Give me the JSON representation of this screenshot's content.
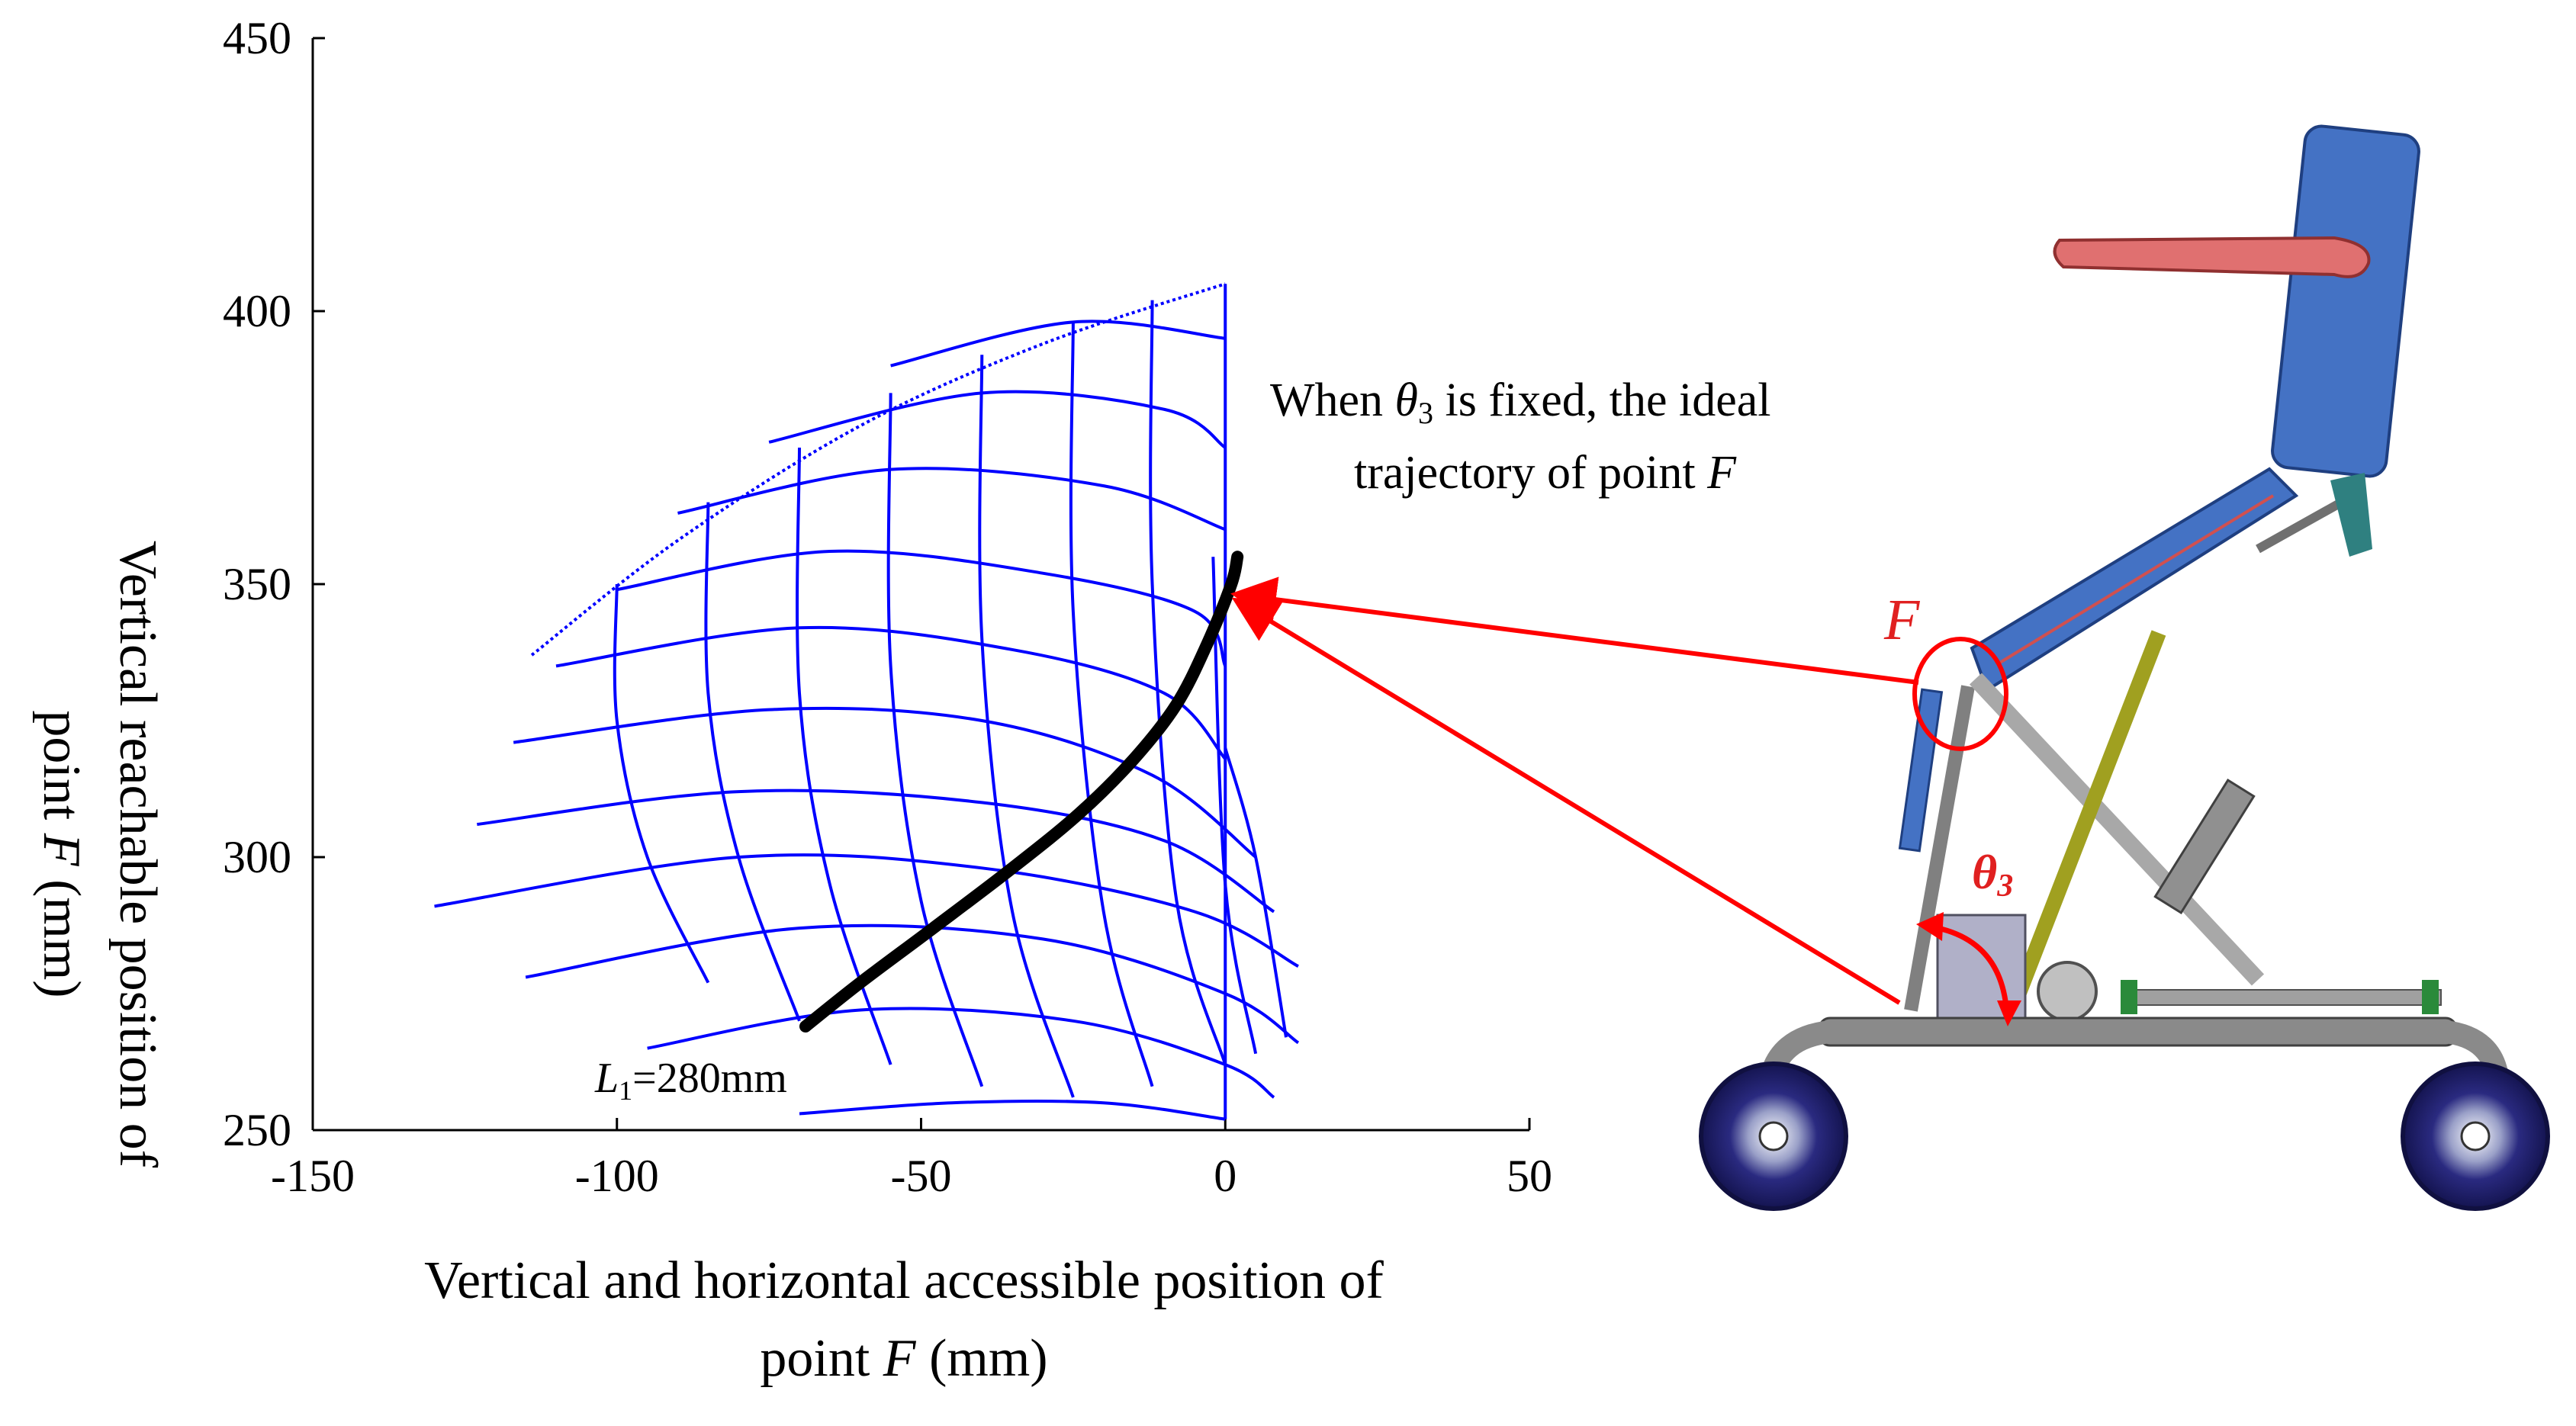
{
  "chart_data": {
    "type": "line",
    "xlabel_line1": "Vertical and horizontal accessible position of",
    "xlabel_line2_pre": "point ",
    "xlabel_line2_var": "F",
    "xlabel_line2_post": " (mm)",
    "ylabel_line1": "Vertical reachable position of",
    "ylabel_line2_pre": "point ",
    "ylabel_line2_var": "F",
    "ylabel_line2_post": "  (mm)",
    "xlim": [
      -150,
      50
    ],
    "ylim": [
      250,
      450
    ],
    "xticks": [
      "-150",
      "-100",
      "-50",
      "0",
      "50"
    ],
    "yticks": [
      "250",
      "300",
      "350",
      "400",
      "450"
    ],
    "grid": false,
    "series": [
      {
        "role": "reachable-workspace-mesh",
        "color": "#0000ff",
        "x_lines": [
          [
            [
              -70,
              253
            ],
            [
              -45,
              255
            ],
            [
              -20,
              255
            ],
            [
              0,
              252
            ]
          ],
          [
            [
              -95,
              265
            ],
            [
              -60,
              272
            ],
            [
              -25,
              270
            ],
            [
              0,
              262
            ],
            [
              8,
              256
            ]
          ],
          [
            [
              -115,
              278
            ],
            [
              -70,
              287
            ],
            [
              -30,
              285
            ],
            [
              0,
              275
            ],
            [
              12,
              266
            ]
          ],
          [
            [
              -130,
              291
            ],
            [
              -80,
              300
            ],
            [
              -40,
              298
            ],
            [
              -5,
              290
            ],
            [
              12,
              280
            ]
          ],
          [
            [
              -123,
              306
            ],
            [
              -80,
              312
            ],
            [
              -40,
              310
            ],
            [
              -10,
              303
            ],
            [
              8,
              290
            ]
          ],
          [
            [
              -117,
              321
            ],
            [
              -75,
              327
            ],
            [
              -40,
              325
            ],
            [
              -12,
              315
            ],
            [
              5,
              300
            ]
          ],
          [
            [
              -110,
              335
            ],
            [
              -70,
              342
            ],
            [
              -35,
              338
            ],
            [
              -10,
              330
            ],
            [
              0,
              318
            ]
          ],
          [
            [
              -100,
              349
            ],
            [
              -65,
              356
            ],
            [
              -30,
              352
            ],
            [
              -5,
              345
            ],
            [
              0,
              335
            ]
          ],
          [
            [
              -90,
              363
            ],
            [
              -55,
              371
            ],
            [
              -20,
              368
            ],
            [
              0,
              360
            ]
          ],
          [
            [
              -75,
              376
            ],
            [
              -40,
              385
            ],
            [
              -10,
              382
            ],
            [
              0,
              375
            ]
          ],
          [
            [
              -55,
              390
            ],
            [
              -25,
              398
            ],
            [
              0,
              395
            ]
          ]
        ],
        "y_lines": [
          [
            [
              -114,
              337
            ],
            [
              -90,
              358
            ],
            [
              -60,
              379
            ],
            [
              -30,
              394
            ],
            [
              0,
              405
            ]
          ],
          [
            [
              -85,
              277
            ],
            [
              -95,
              300
            ],
            [
              -100,
              325
            ],
            [
              -100,
              350
            ]
          ],
          [
            [
              -70,
              270
            ],
            [
              -80,
              300
            ],
            [
              -85,
              330
            ],
            [
              -85,
              365
            ]
          ],
          [
            [
              -55,
              262
            ],
            [
              -65,
              295
            ],
            [
              -70,
              330
            ],
            [
              -70,
              375
            ]
          ],
          [
            [
              -40,
              258
            ],
            [
              -50,
              292
            ],
            [
              -55,
              335
            ],
            [
              -55,
              385
            ]
          ],
          [
            [
              -25,
              256
            ],
            [
              -35,
              290
            ],
            [
              -40,
              340
            ],
            [
              -40,
              392
            ]
          ],
          [
            [
              -12,
              258
            ],
            [
              -20,
              290
            ],
            [
              -25,
              345
            ],
            [
              -25,
              398
            ]
          ],
          [
            [
              0,
              262
            ],
            [
              -8,
              292
            ],
            [
              -12,
              350
            ],
            [
              -12,
              402
            ]
          ],
          [
            [
              5,
              264
            ],
            [
              0,
              295
            ],
            [
              -2,
              355
            ]
          ],
          [
            [
              10,
              267
            ],
            [
              5,
              300
            ],
            [
              0,
              320
            ]
          ],
          [
            [
              0,
              252
            ],
            [
              0,
              405
            ]
          ]
        ]
      },
      {
        "role": "ideal-trajectory",
        "color": "#000000",
        "points": [
          [
            -69,
            269
          ],
          [
            -60,
            277
          ],
          [
            -48,
            287
          ],
          [
            -35,
            298
          ],
          [
            -24,
            308
          ],
          [
            -15,
            318
          ],
          [
            -8,
            328
          ],
          [
            -3,
            339
          ],
          [
            1,
            350
          ],
          [
            2,
            355
          ]
        ]
      }
    ],
    "annotations": {
      "l1_var": "L",
      "l1_sub": "1",
      "l1_rest": "=280mm",
      "callout_line1_pre": "When ",
      "callout_line1_var": "θ",
      "callout_line1_sub": "3",
      "callout_line1_post": " is fixed, the ideal",
      "callout_line2_pre": "trajectory of point ",
      "callout_line2_var": "F",
      "point_label": "F",
      "angle_label_var": "θ",
      "angle_label_sub": "3"
    }
  },
  "colors": {
    "mesh": "#0000ff",
    "trajectory": "#000000",
    "callout_arrow": "#ff0000",
    "chair_seat": "#4472c4",
    "armrest": "#e07070",
    "frame": "#808080",
    "link": "#a0a020",
    "wheel": "#2a2a80"
  },
  "illustration": {
    "name": "wheelchair-mechanism-illustration"
  }
}
